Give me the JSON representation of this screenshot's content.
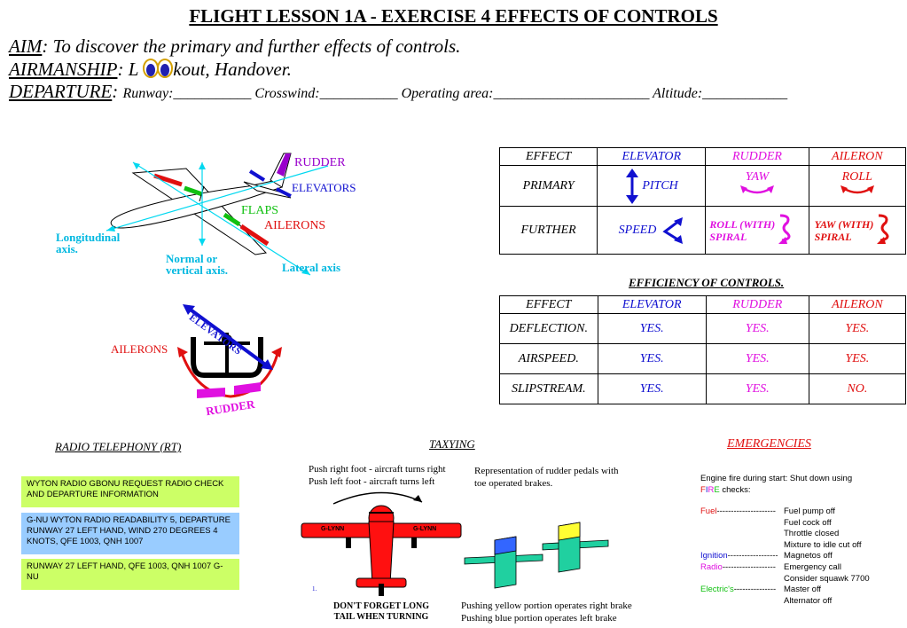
{
  "title": "FLIGHT LESSON 1A - EXERCISE 4 EFFECTS OF CONTROLS",
  "aim": {
    "label": "AIM",
    "text": ":  To discover the primary and further effects of controls."
  },
  "airmanship": {
    "label": "AIRMANSHIP",
    "pre": ": L",
    "post": "kout, Handover."
  },
  "departure": {
    "label": "DEPARTURE",
    "text": ": ",
    "fields": "Runway:___________ Crosswind:___________ Operating area:______________________ Altitude:____________"
  },
  "diagram": {
    "rudder": "RUDDER",
    "elevators": "ELEVATORS",
    "flaps": "FLAPS",
    "ailerons": "AILERONS",
    "longitudinal": [
      "Longitudinal",
      "axis."
    ],
    "normal": [
      "Normal or",
      "vertical axis."
    ],
    "lateral": "Lateral axis"
  },
  "yoke": {
    "elevators": "ELEVATORS",
    "ailerons": "AILERONS",
    "rudder": "RUDDER"
  },
  "effects_table": {
    "headers": [
      "EFFECT",
      "ELEVATOR",
      "RUDDER",
      "AILERON"
    ],
    "primary": {
      "label": "PRIMARY",
      "elevator": "PITCH",
      "rudder": "YAW",
      "aileron": "ROLL"
    },
    "further": {
      "label": "FURTHER",
      "elevator": "SPEED",
      "rudder": [
        "ROLL (WITH)",
        "SPIRAL"
      ],
      "aileron": [
        "YAW (WITH)",
        "SPIRAL"
      ]
    }
  },
  "efficiency": {
    "title": "EFFICIENCY OF CONTROLS.",
    "headers": [
      "EFFECT",
      "ELEVATOR",
      "RUDDER",
      "AILERON"
    ],
    "rows": [
      [
        "DEFLECTION.",
        "YES.",
        "YES.",
        "YES."
      ],
      [
        "AIRSPEED.",
        "YES.",
        "YES.",
        "YES."
      ],
      [
        "SLIPSTREAM.",
        "YES.",
        "YES.",
        "NO."
      ]
    ]
  },
  "rt": {
    "title": "RADIO TELEPHONY (RT)",
    "boxes": [
      "WYTON RADIO GBONU REQUEST RADIO CHECK AND DEPARTURE INFORMATION",
      "G-NU WYTON RADIO READABILITY 5, DEPARTURE RUNWAY 27 LEFT HAND, WIND 270 DEGREES 4 KNOTS, QFE 1003, QNH 1007",
      "RUNWAY 27 LEFT HAND, QFE 1003, QNH 1007 G-NU"
    ]
  },
  "taxying": {
    "title": "TAXYING",
    "push": [
      "Push right foot - aircraft turns right",
      "Push left foot - aircraft turns left"
    ],
    "pedals": [
      "Representation of rudder pedals with",
      "toe operated brakes."
    ],
    "reg_left": "G-LYNN",
    "reg_right": "G-LYNN",
    "footnote": "1.",
    "warning": [
      "DON'T FORGET LONG",
      "TAIL WHEN TURNING"
    ],
    "brakes": [
      "Pushing yellow portion operates right brake",
      "Pushing blue portion operates left brake"
    ]
  },
  "emergencies": {
    "title": "EMERGENCIES",
    "intro": [
      "Engine fire during start: Shut down using",
      "checks:"
    ],
    "fire": [
      "F",
      "I",
      "R",
      "E"
    ],
    "items": [
      {
        "label": "Fuel",
        "dashes": "---------------------",
        "actions": [
          "Fuel pump off",
          "Fuel cock off",
          "Throttle closed",
          "Mixture to idle cut off"
        ]
      },
      {
        "label": "Ignition",
        "dashes": "------------------",
        "actions": [
          "Magnetos off"
        ]
      },
      {
        "label": "Radio",
        "dashes": "-------------------",
        "actions": [
          "Emergency call",
          "Consider squawk 7700"
        ]
      },
      {
        "label": "Electric's",
        "dashes": "---------------",
        "actions": [
          "Master off",
          "Alternator off"
        ]
      }
    ]
  },
  "colors": {
    "blue": "#1010d0",
    "magenta": "#e010e0",
    "red": "#e01010",
    "green": "#10c010",
    "cyan": "#00d8f0",
    "rt_green": "#ccff66",
    "rt_blue": "#99ccff"
  }
}
